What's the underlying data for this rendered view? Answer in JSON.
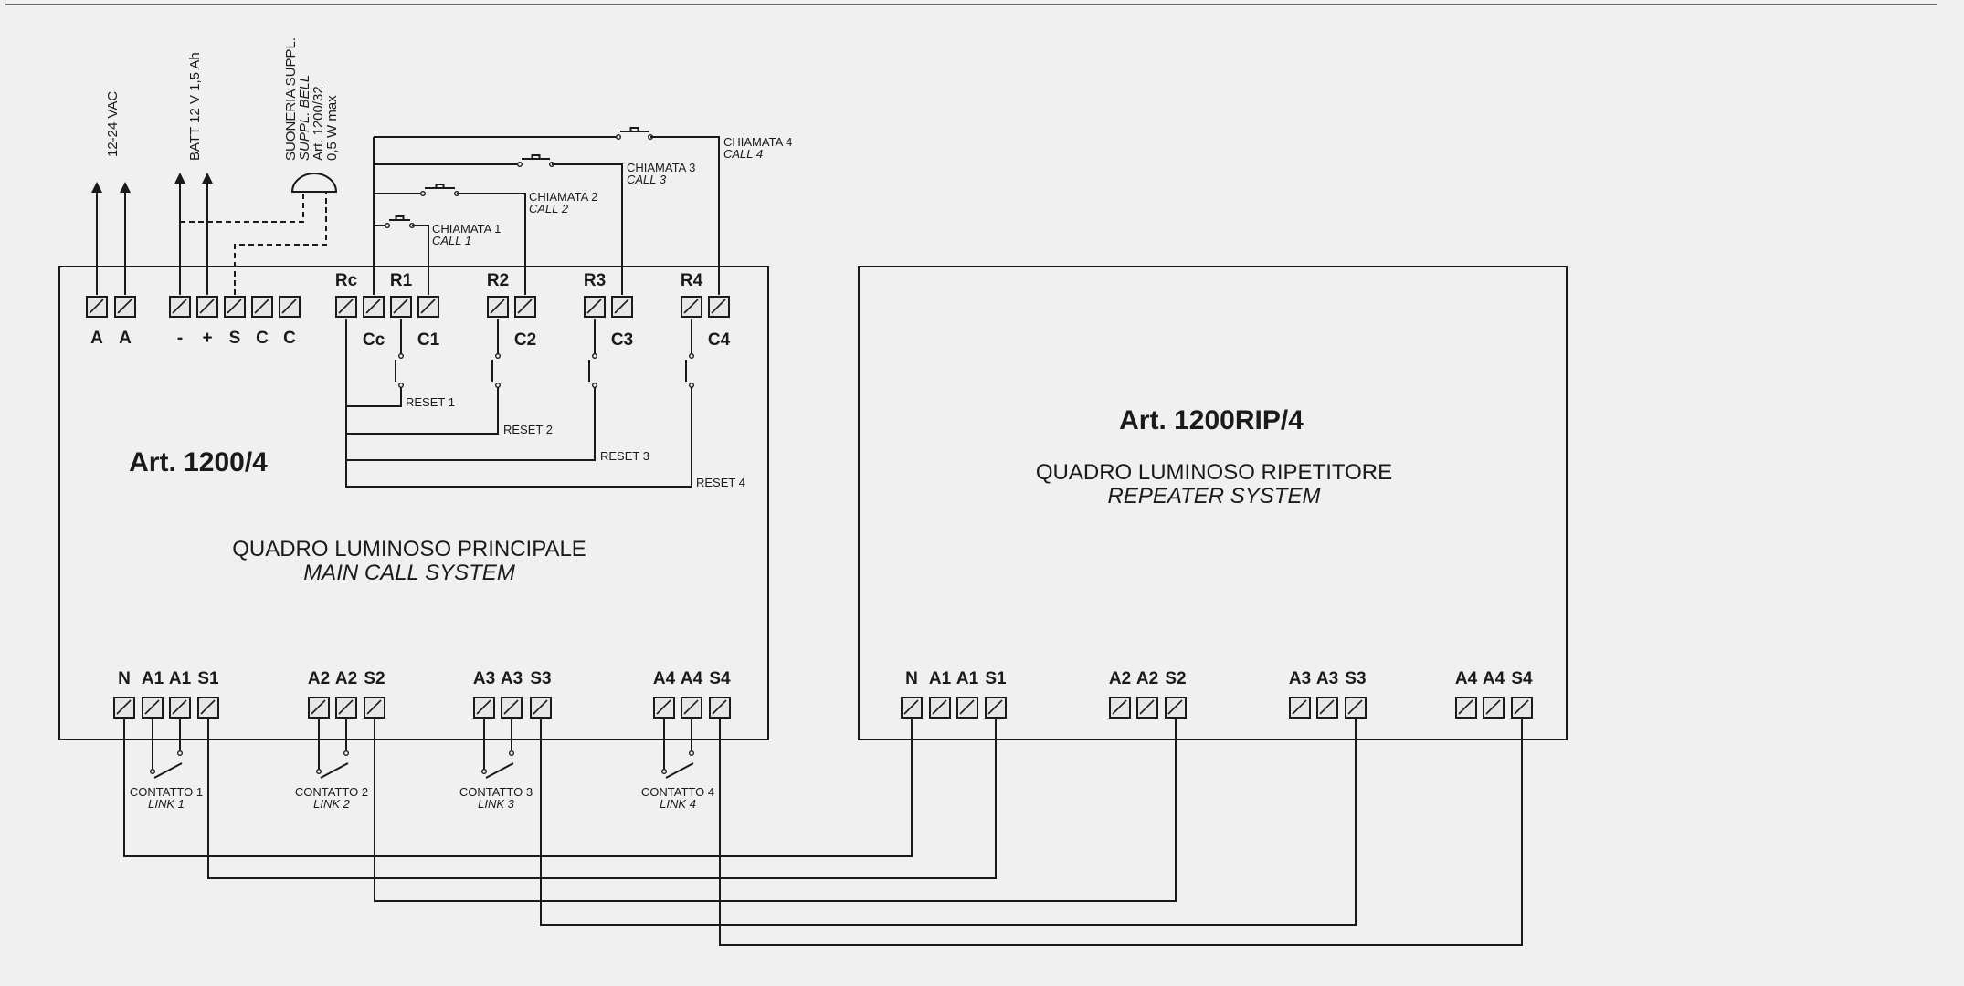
{
  "main_unit": {
    "model": "Art. 1200/4",
    "title": "QUADRO LUMINOSO PRINCIPALE",
    "subtitle": "MAIN CALL SYSTEM",
    "power_terminals": [
      "A",
      "A",
      "-",
      "+",
      "S",
      "C",
      "C"
    ],
    "call_terminals": [
      "Rc",
      "Cc",
      "R1",
      "C1",
      "R2",
      "C2",
      "R3",
      "C3",
      "R4",
      "C4"
    ],
    "bottom_terminals": [
      "N",
      "A1",
      "A1",
      "S1",
      "A2",
      "A2",
      "S2",
      "A3",
      "A3",
      "S3",
      "A4",
      "A4",
      "S4"
    ]
  },
  "repeater_unit": {
    "model": "Art. 1200RIP/4",
    "title": "QUADRO LUMINOSO RIPETITORE",
    "subtitle": "REPEATER SYSTEM",
    "bottom_terminals": [
      "N",
      "A1",
      "A1",
      "S1",
      "A2",
      "A2",
      "S2",
      "A3",
      "A3",
      "S3",
      "A4",
      "A4",
      "S4"
    ]
  },
  "supply_labels": {
    "vac": "12-24 VAC",
    "battery": "BATT 12 V 1,5 Ah",
    "bell": [
      "SUONERIA SUPPL.",
      "SUPPL. BELL",
      "Art. 1200/32",
      "0,5 W max"
    ]
  },
  "calls": [
    {
      "it": "CHIAMATA 1",
      "en": "CALL 1"
    },
    {
      "it": "CHIAMATA 2",
      "en": "CALL 2"
    },
    {
      "it": "CHIAMATA 3",
      "en": "CALL 3"
    },
    {
      "it": "CHIAMATA 4",
      "en": "CALL 4"
    }
  ],
  "resets": [
    "RESET 1",
    "RESET 2",
    "RESET 3",
    "RESET 4"
  ],
  "links": [
    {
      "it": "CONTATTO 1",
      "en": "LINK 1"
    },
    {
      "it": "CONTATTO 2",
      "en": "LINK 2"
    },
    {
      "it": "CONTATTO 3",
      "en": "LINK 3"
    },
    {
      "it": "CONTATTO 4",
      "en": "LINK 4"
    }
  ],
  "colors": {
    "line": "#1a1a1a",
    "background": "#f0f0f0",
    "terminal_fill": "#e6e6e6"
  }
}
